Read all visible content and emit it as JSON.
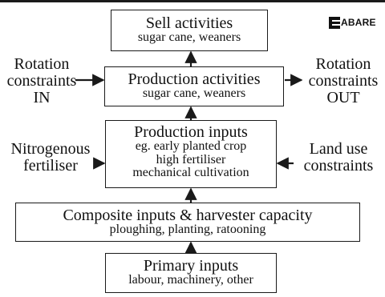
{
  "logo": {
    "text": "ABARE"
  },
  "boxes": {
    "sell": {
      "title": "Sell activities",
      "sub": "sugar cane, weaners"
    },
    "production_activities": {
      "title": "Production activities",
      "sub": "sugar cane, weaners"
    },
    "production_inputs": {
      "title": "Production inputs",
      "lines": [
        "eg. early planted crop",
        "high fertiliser",
        "mechanical cultivation"
      ]
    },
    "composite": {
      "title": "Composite inputs & harvester capacity",
      "sub": "ploughing, planting, ratooning"
    },
    "primary": {
      "title": "Primary inputs",
      "sub": "labour, machinery, other"
    }
  },
  "side_labels": {
    "rotation_in": [
      "Rotation",
      "constraints",
      "IN"
    ],
    "rotation_out": [
      "Rotation",
      "constraints",
      "OUT"
    ],
    "nitrogenous": [
      "Nitrogenous",
      "fertiliser"
    ],
    "land_use": [
      "Land use",
      "constraints"
    ]
  },
  "colors": {
    "line": "#1a1a1a",
    "background": "#ffffff"
  }
}
